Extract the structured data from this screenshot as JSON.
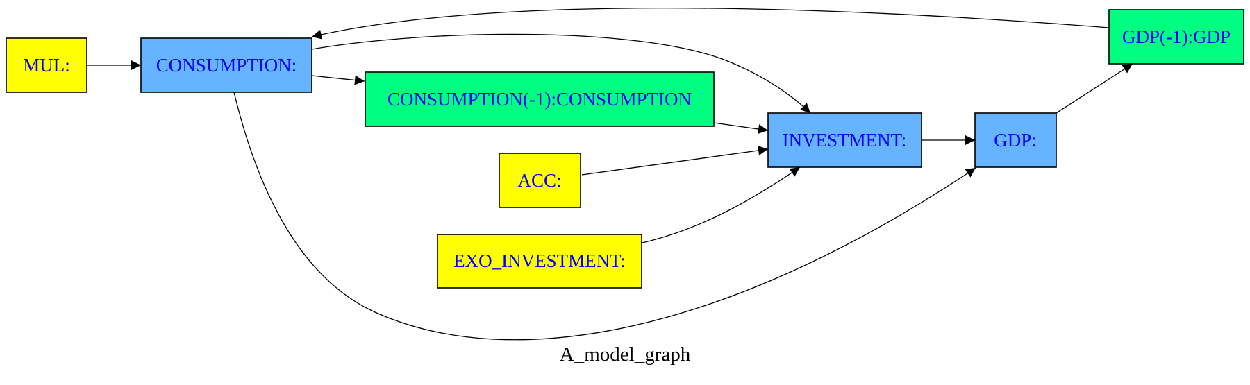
{
  "graph": {
    "caption": "A_model_graph",
    "label_color": "#0000ff",
    "caption_color": "#000000",
    "edge_color": "#000000",
    "node_colors": {
      "exogenous": "#ffff00",
      "endogenous": "#66b3ff",
      "lag": "#00ff80"
    },
    "nodes": {
      "mul": "MUL:",
      "consumption": "CONSUMPTION:",
      "consumption_lag": "CONSUMPTION(-1):CONSUMPTION",
      "acc": "ACC:",
      "exo_investment": "EXO_INVESTMENT:",
      "investment": "INVESTMENT:",
      "gdp": "GDP:",
      "gdp_lag": "GDP(-1):GDP"
    },
    "edges": [
      {
        "from": "MUL:",
        "to": "CONSUMPTION:"
      },
      {
        "from": "CONSUMPTION:",
        "to": "CONSUMPTION(-1):CONSUMPTION"
      },
      {
        "from": "CONSUMPTION:",
        "to": "INVESTMENT:"
      },
      {
        "from": "CONSUMPTION:",
        "to": "GDP:"
      },
      {
        "from": "CONSUMPTION(-1):CONSUMPTION",
        "to": "INVESTMENT:"
      },
      {
        "from": "ACC:",
        "to": "INVESTMENT:"
      },
      {
        "from": "EXO_INVESTMENT:",
        "to": "INVESTMENT:"
      },
      {
        "from": "INVESTMENT:",
        "to": "GDP:"
      },
      {
        "from": "GDP:",
        "to": "GDP(-1):GDP"
      },
      {
        "from": "GDP(-1):GDP",
        "to": "CONSUMPTION:"
      }
    ]
  }
}
